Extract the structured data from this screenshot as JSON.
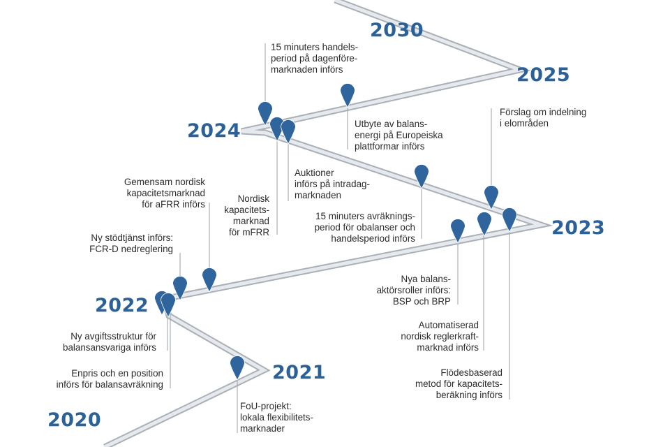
{
  "colors": {
    "year": "#2b6199",
    "road_fill": "#e6e9ed",
    "road_edge": "#a9b0b8",
    "pin": "#2f659c",
    "leader": "#9aa0a6",
    "text": "#2b2b2b"
  },
  "years": [
    "2020",
    "2021",
    "2022",
    "2023",
    "2024",
    "2025",
    "2030"
  ],
  "events": [
    "15 minuters handels-\nperiod på dagenföre-\nmarknaden införs",
    "Utbyte av balans-\nenergi på Europeiska\nplattformar införs",
    "Förslag om indelning\ni elområden",
    "Auktioner\ninförs på intradag-\nmarknaden",
    "Gemensam nordisk\nkapacitetsmarknad\nför aFRR införs",
    "Nordisk\nkapacitets-\nmarknad\nför mFRR",
    "15 minuters avräknings-\nperiod för obalanser och\nhandelsperiod införs",
    "Ny stödtjänst införs:\nFCR-D nedreglering",
    "Nya balans-\naktörsroller införs:\nBSP och BRP",
    "Automatiserad\nnordisk reglerkraft-\nmarknad införs",
    "Ny avgiftsstruktur för\nbalansansvariga införs",
    "Flödesbaserad\nmetod för kapacitets-\nberäkning införs",
    "Enpris och en position\ninförs för balansavräkning",
    "FoU-projekt:\nlokala flexibilitets-\nmarknader"
  ]
}
